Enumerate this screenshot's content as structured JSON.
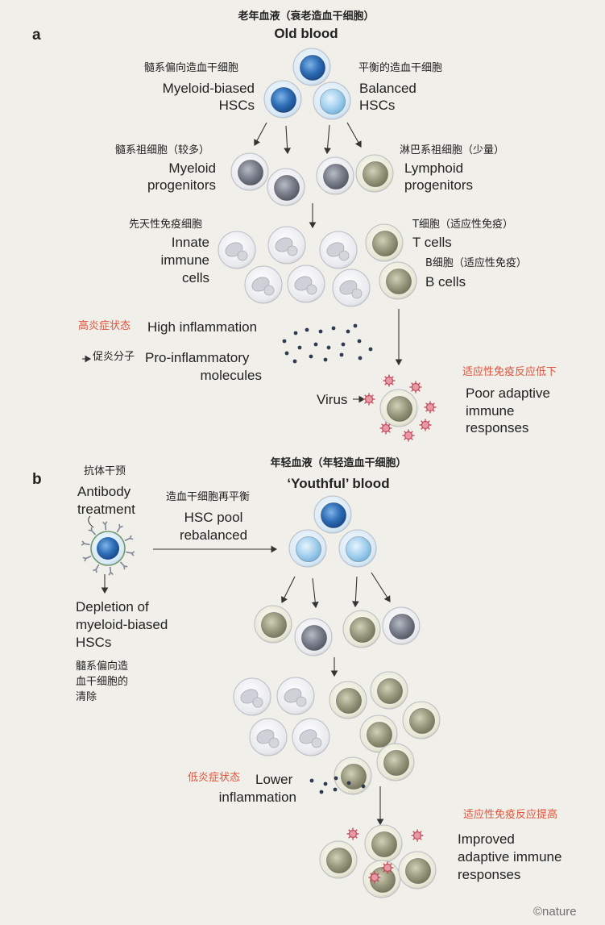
{
  "panel_a": {
    "letter": "a",
    "title_zh": "老年血液（衰老造血干细胞）",
    "title_en": "Old blood",
    "myeloid_hsc_zh": "髓系偏向造血干细胞",
    "myeloid_hsc_en_1": "Myeloid-biased",
    "myeloid_hsc_en_2": "HSCs",
    "balanced_hsc_zh": "平衡的造血干细胞",
    "balanced_hsc_en_1": "Balanced",
    "balanced_hsc_en_2": "HSCs",
    "myeloid_prog_zh": "髓系祖细胞（较多）",
    "myeloid_prog_en_1": "Myeloid",
    "myeloid_prog_en_2": "progenitors",
    "lymphoid_prog_zh": "淋巴系祖细胞（少量）",
    "lymphoid_prog_en_1": "Lymphoid",
    "lymphoid_prog_en_2": "progenitors",
    "innate_zh": "先天性免疫细胞",
    "innate_en_1": "Innate",
    "innate_en_2": "immune",
    "innate_en_3": "cells",
    "t_cells_zh": "T细胞（适应性免疫）",
    "t_cells_en": "T cells",
    "b_cells_zh": "B细胞（适应性免疫）",
    "b_cells_en": "B cells",
    "inflammation_zh": "高炎症状态",
    "inflammation_en": "High inflammation",
    "proinflam_zh": "促炎分子",
    "proinflam_en_1": "Pro-inflammatory",
    "proinflam_en_2": "molecules",
    "virus": "Virus",
    "poor_response_zh": "适应性免疫反应低下",
    "poor_response_en_1": "Poor adaptive",
    "poor_response_en_2": "immune",
    "poor_response_en_3": "responses"
  },
  "panel_b": {
    "letter": "b",
    "title_zh": "年轻血液（年轻造血干细胞）",
    "title_en": "‘Youthful’ blood",
    "antibody_zh": "抗体干预",
    "antibody_en_1": "Antibody",
    "antibody_en_2": "treatment",
    "rebalance_zh": "造血干细胞再平衡",
    "rebalance_en_1": "HSC pool",
    "rebalance_en_2": "rebalanced",
    "depletion_en_1": "Depletion of",
    "depletion_en_2": "myeloid-biased",
    "depletion_en_3": "HSCs",
    "depletion_zh_1": "髓系偏向造",
    "depletion_zh_2": "血干细胞的",
    "depletion_zh_3": "清除",
    "inflammation_zh": "低炎症状态",
    "inflammation_en_1": "Lower",
    "inflammation_en_2": "inflammation",
    "improved_zh": "适应性免疫反应提高",
    "improved_en_1": "Improved",
    "improved_en_2": "adaptive immune",
    "improved_en_3": "responses"
  },
  "credit": "©nature",
  "colors": {
    "background": "#f1efe9",
    "myeloid_hsc": "#2f6fb8",
    "balanced_hsc": "#a9d3ef",
    "myeloid_cell": "#7b808c",
    "lymphoid_cell": "#9a9b80",
    "innate_cell": "#e6e6ea",
    "accent_red": "#e0523a",
    "virus": "#c24a5c",
    "molecule": "#2f3b52"
  }
}
